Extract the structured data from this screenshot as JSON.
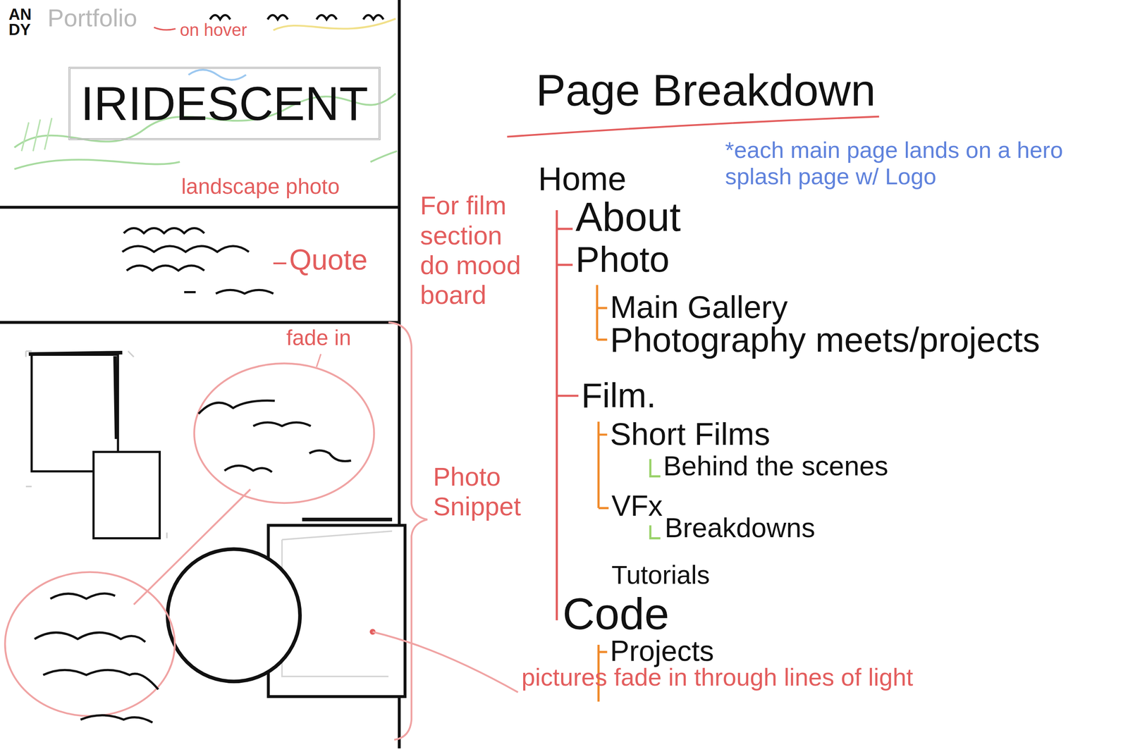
{
  "diagram": {
    "title": "Page Breakdown",
    "nodes": [
      {
        "text": [
          "IRIDESCENT"
        ]
      }
    ],
    "labels": [
      "AN DY",
      "Portfolio",
      "on hover",
      "landscape photo",
      "Quote",
      "fade in",
      "For film section do mood board",
      "Photo Snippet",
      "pictures fade in through lines of light",
      "*each main page lands on a hero splash page w/ Logo",
      "Home",
      "About",
      "Photo",
      "Main Gallery",
      "Photography meets/projects",
      "Film.",
      "Short Films",
      "Behind the scenes",
      "VFx",
      "Breakdowns",
      "Tutorials",
      "Code",
      "Projects"
    ]
  }
}
